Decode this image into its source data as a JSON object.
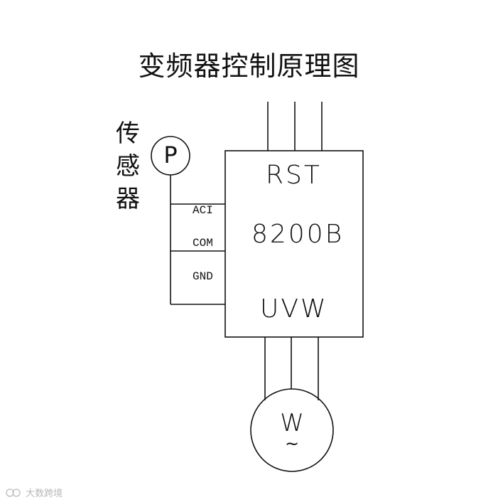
{
  "title": "变频器控制原理图",
  "sensor": {
    "label_lines": [
      "传",
      "感",
      "器"
    ],
    "symbol": "P"
  },
  "terminals": [
    "ACI",
    "COM",
    "GND"
  ],
  "inverter": {
    "input_label": "RST",
    "model": "8200B",
    "output_label": "UVW"
  },
  "motor": {
    "symbol": "W",
    "ac_symbol": "~"
  },
  "watermark": {
    "text": "大数跨境"
  }
}
